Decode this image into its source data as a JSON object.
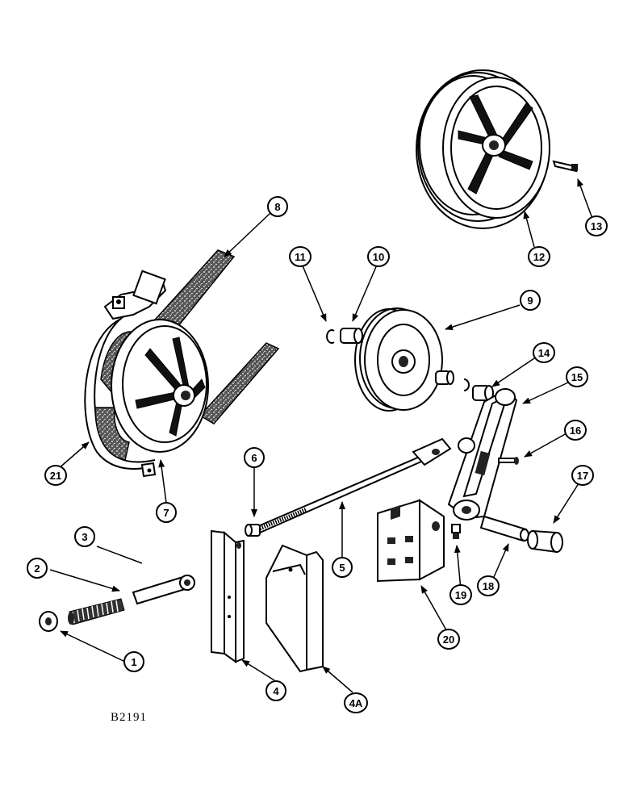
{
  "figure_code": "B2191",
  "callouts": {
    "c1": "1",
    "c2": "2",
    "c3": "3",
    "c4": "4",
    "c4a": "4A",
    "c5": "5",
    "c6": "6",
    "c7": "7",
    "c8": "8",
    "c9": "9",
    "c10": "10",
    "c11": "11",
    "c12": "12",
    "c13": "13",
    "c14": "14",
    "c15": "15",
    "c16": "16",
    "c17": "17",
    "c18": "18",
    "c19": "19",
    "c20": "20",
    "c21": "21"
  }
}
